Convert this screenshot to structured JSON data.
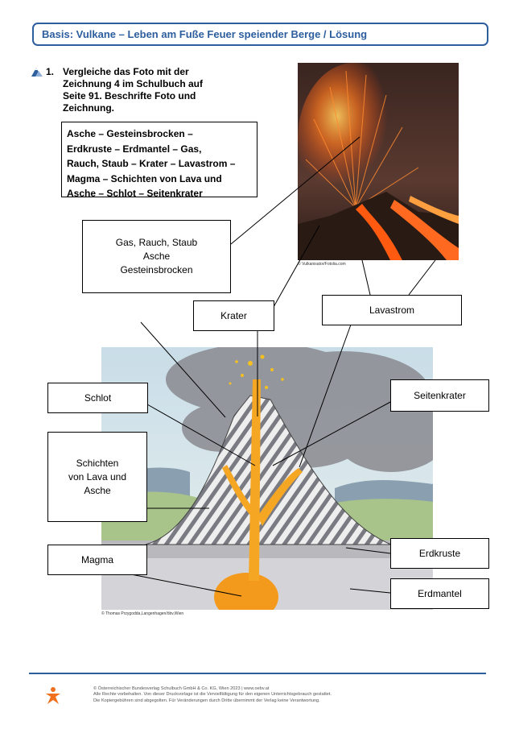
{
  "header": {
    "title": "Basis: Vulkane – Leben am Fuße Feuer speiender Berge / Lösung"
  },
  "task": {
    "number": "1.",
    "lines": [
      "Vergleiche das Foto mit der",
      "Zeichnung 4 im Schulbuch auf",
      "Seite 91. Beschrifte Foto und",
      "Zeichnung."
    ]
  },
  "wordbox": {
    "lines": [
      "Asche – Gesteinsbrocken –",
      "Erdkruste – Erdmantel – Gas,",
      "Rauch, Staub – Krater – Lavastrom –",
      "Magma – Schichten von Lava und",
      "Asche – Schlot – Seitenkrater"
    ]
  },
  "photo": {
    "credit": "© Vulkanisator/Fotolia.com"
  },
  "drawing": {
    "credit": "© Thomas Przygodda,Langenhagen/öbv,Wien"
  },
  "labels": {
    "gas": [
      "Gas, Rauch, Staub",
      "Asche",
      "Gesteinsbrocken"
    ],
    "krater": "Krater",
    "lavastrom": "Lavastrom",
    "schlot": "Schlot",
    "seitenkrater": "Seitenkrater",
    "schichten": [
      "Schichten",
      "von Lava und",
      "Asche"
    ],
    "magma": "Magma",
    "erdkruste": "Erdkruste",
    "erdmantel": "Erdmantel"
  },
  "footer": {
    "lines": [
      "© Österreichischer Bundesverlag Schulbuch GmbH & Co. KG, Wien 2023 | www.oebv.at",
      "Alle Rechte vorbehalten. Von dieser Druckvorlage ist die Vervielfältigung für den eigenen Unterrichtsgebrauch gestattet.",
      "Die Kopiergebühren sind abgegolten. Für Veränderungen durch Dritte übernimmt der Verlag keine Verantwortung."
    ]
  },
  "colors": {
    "accent": "#2d5e9e",
    "lava": "#f39a1c",
    "logo": "#f07020"
  }
}
